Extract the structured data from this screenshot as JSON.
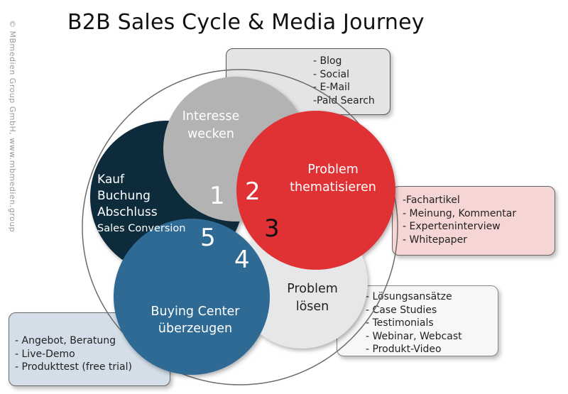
{
  "title": "B2B Sales Cycle & Media Journey",
  "copyright": "© MBmedien Group GmbH, www.mbmedien.group",
  "colors": {
    "stage1": "#b3b3b3",
    "stage2": "#e03134",
    "stage3": "#e6e7e9",
    "stage4": "#2f6a94",
    "stage5": "#0e2b3b",
    "box1": "#e4e4e4",
    "box2": "#f6d5d5",
    "box3": "#f7f7f8",
    "box4": "#d3dee8"
  },
  "stages": [
    {
      "number": "1",
      "label_lines": [
        "Interesse",
        "wecken"
      ]
    },
    {
      "number": "2",
      "label_lines": [
        "Problem",
        "thematisieren"
      ]
    },
    {
      "number": "3",
      "label_lines": [
        "Problem",
        "lösen"
      ]
    },
    {
      "number": "4",
      "label_lines": [
        "Buying Center",
        "überzeugen"
      ]
    },
    {
      "number": "5",
      "label_lines": [
        "Kauf",
        "Buchung",
        "Abschluss",
        "Sales Conversion"
      ]
    }
  ],
  "boxes": [
    {
      "items": [
        "- Blog",
        "- Social",
        "- E-Mail",
        "-Paid Search"
      ]
    },
    {
      "items": [
        "-Fachartikel",
        "- Meinung, Kommentar",
        "- Experteninterview",
        "- Whitepaper"
      ]
    },
    {
      "items": [
        "- Lösungsansätze",
        "- Case Studies",
        "- Testimonials",
        "- Webinar, Webcast",
        "- Produkt-Video"
      ]
    },
    {
      "items": [
        "- Angebot, Beratung",
        "- Live-Demo",
        "- Produkttest (free trial)"
      ]
    }
  ]
}
